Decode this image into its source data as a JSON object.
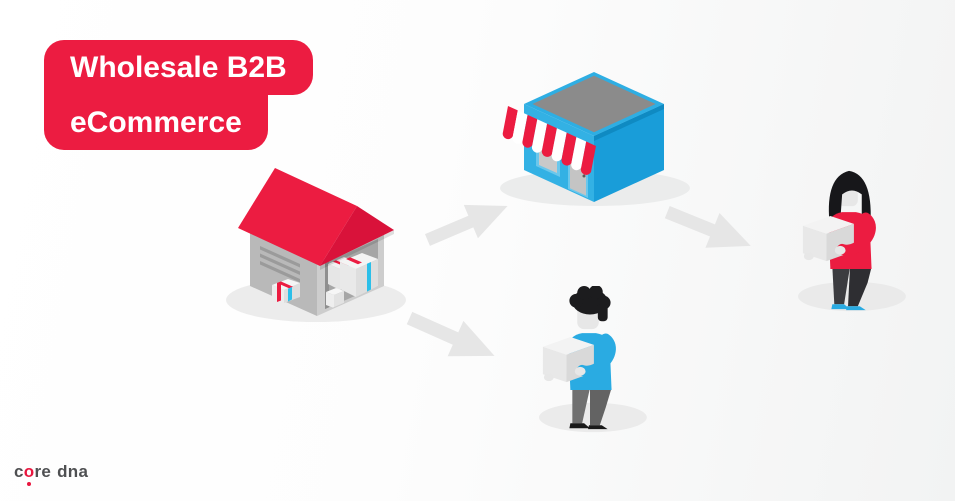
{
  "title": {
    "line1": "Wholesale B2B",
    "line2": "eCommerce"
  },
  "logo": {
    "c": "c",
    "o": "o",
    "re": "re",
    "dna": "dna"
  },
  "colors": {
    "brand_red": "#EC1C41",
    "brand_red_dark": "#D9123A",
    "brand_blue": "#29ABE2",
    "store_blue_light": "#33B1E4",
    "store_blue_dark": "#199DD9",
    "cyan_strap": "#2BBFE9",
    "roof_gray": "#8B8B8B",
    "warehouse_wall_light": "#CDCDCD",
    "warehouse_wall_dark": "#B9B9B9",
    "box_gray": "#E8E8E8",
    "arrow_gray": "#E6E6E6",
    "shadow_gray": "#ECECEC",
    "logo_text_gray": "#4F5052",
    "logo_o_red": "#E8173F",
    "background_right": "#F2F3F3"
  },
  "scene": {
    "warehouse": {
      "icon": "warehouse-icon",
      "description": "warehouse with red roof, open bay and strapped boxes"
    },
    "store": {
      "icon": "storefront-icon",
      "description": "blue retail storefront with red-white striped awning"
    },
    "customer_blue": {
      "icon": "person-carrying-box-icon",
      "description": "man in blue shirt carrying a box"
    },
    "customer_red": {
      "icon": "person-carrying-box-icon",
      "description": "woman in red sweater carrying a box"
    },
    "arrows": [
      {
        "name": "warehouse-to-store",
        "direction": "up-right"
      },
      {
        "name": "store-to-customer",
        "direction": "down-right"
      },
      {
        "name": "warehouse-to-customer",
        "direction": "down-right"
      }
    ]
  }
}
